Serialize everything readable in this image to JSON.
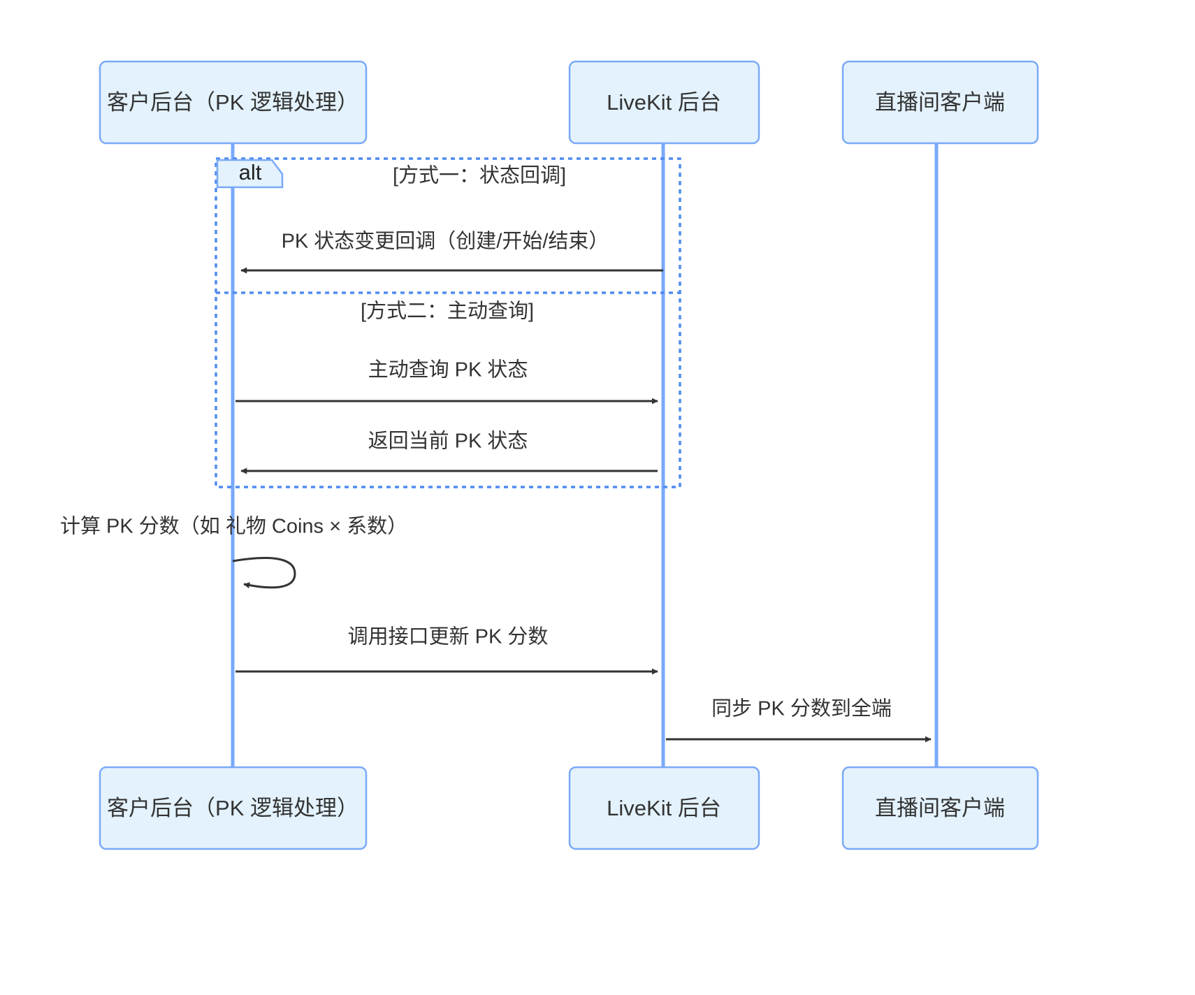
{
  "diagram": {
    "type": "sequence-diagram",
    "title": "",
    "colors": {
      "actor_fill": "#e3f2fd",
      "actor_stroke": "#7aa9f7",
      "lifeline": "#78a9fb",
      "message_line": "#333333",
      "fragment_stroke": "#4f8bf0",
      "text": "#333333",
      "background": "#ffffff"
    },
    "participants": [
      {
        "id": "backend",
        "label": "客户后台（PK 逻辑处理）"
      },
      {
        "id": "livekit",
        "label": "LiveKit 后台"
      },
      {
        "id": "client",
        "label": "直播间客户端"
      }
    ],
    "fragment": {
      "kind": "alt",
      "tab_label": "alt",
      "branches": [
        {
          "condition": "[方式一：状态回调]"
        },
        {
          "condition": "[方式二：主动查询]"
        }
      ]
    },
    "messages": [
      {
        "index": 1,
        "from": "livekit",
        "to": "backend",
        "direction": "left",
        "label": "PK 状态变更回调（创建/开始/结束）",
        "kind": "solid-arrow",
        "branch": 0
      },
      {
        "index": 2,
        "from": "backend",
        "to": "livekit",
        "direction": "right",
        "label": "主动查询 PK 状态",
        "kind": "solid-arrow",
        "branch": 1
      },
      {
        "index": 3,
        "from": "livekit",
        "to": "backend",
        "direction": "left",
        "label": "返回当前 PK 状态",
        "kind": "solid-arrow",
        "branch": 1
      },
      {
        "index": 4,
        "from": "backend",
        "to": "backend",
        "direction": "self",
        "label": "计算 PK 分数（如 礼物 Coins × 系数）",
        "kind": "self-loop",
        "branch": null
      },
      {
        "index": 5,
        "from": "backend",
        "to": "livekit",
        "direction": "right",
        "label": "调用接口更新 PK 分数",
        "kind": "solid-arrow",
        "branch": null
      },
      {
        "index": 6,
        "from": "livekit",
        "to": "client",
        "direction": "right",
        "label": "同步 PK 分数到全端",
        "kind": "solid-arrow",
        "branch": null
      }
    ]
  }
}
